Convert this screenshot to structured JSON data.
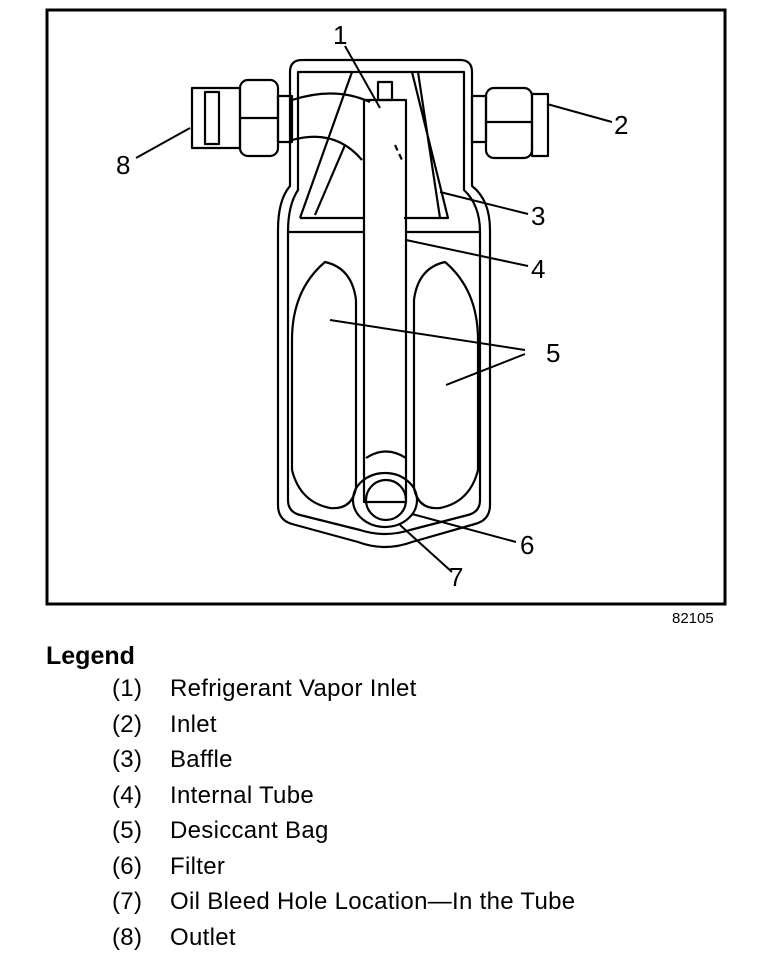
{
  "figure": {
    "callouts": [
      "1",
      "2",
      "3",
      "4",
      "5",
      "6",
      "7",
      "8"
    ],
    "figure_number": "82105"
  },
  "legend": {
    "title": "Legend",
    "items": [
      {
        "num": "(1)",
        "label": "Refrigerant Vapor Inlet"
      },
      {
        "num": "(2)",
        "label": "Inlet"
      },
      {
        "num": "(3)",
        "label": "Baffle"
      },
      {
        "num": "(4)",
        "label": "Internal Tube"
      },
      {
        "num": "(5)",
        "label": "Desiccant Bag"
      },
      {
        "num": "(6)",
        "label": "Filter"
      },
      {
        "num": "(7)",
        "label": "Oil Bleed Hole Location—In the Tube"
      },
      {
        "num": "(8)",
        "label": "Outlet"
      }
    ]
  }
}
